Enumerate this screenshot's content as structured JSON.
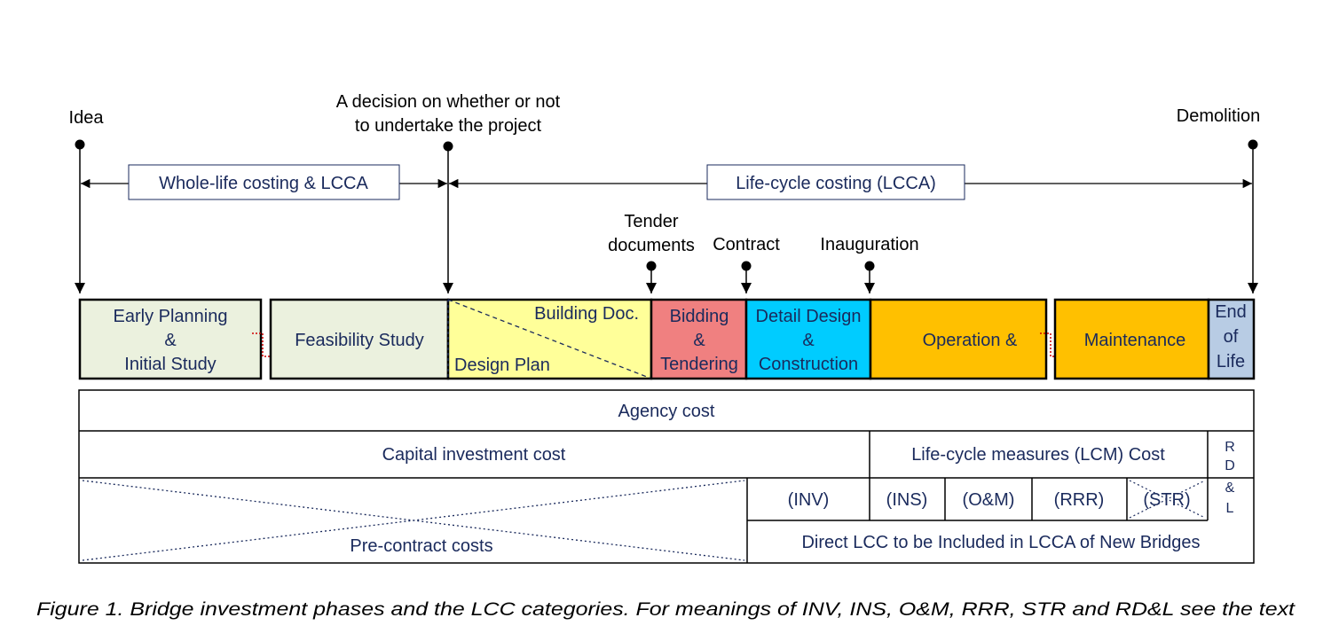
{
  "markers": {
    "idea": "Idea",
    "decision_line1": "A decision on whether or not",
    "decision_line2": "to undertake the project",
    "demolition": "Demolition",
    "tender_line1": "Tender",
    "tender_line2": "documents",
    "contract": "Contract",
    "inauguration": "Inauguration"
  },
  "spans": {
    "whole_life": "Whole-life costing & LCCA",
    "life_cycle": "Life-cycle costing (LCCA)"
  },
  "phases": {
    "early_line1": "Early Planning",
    "early_line2": "&",
    "early_line3": "Initial Study",
    "feasibility": "Feasibility Study",
    "building_doc": "Building Doc.",
    "design_plan": "Design Plan",
    "bidding_line1": "Bidding",
    "bidding_line2": "&",
    "bidding_line3": "Tendering",
    "detail_line1": "Detail Design",
    "detail_line2": "&",
    "detail_line3": "Construction",
    "operation": "Operation &",
    "maintenance": "Maintenance",
    "end_line1": "End",
    "end_line2": "of",
    "end_line3": "Life"
  },
  "colors": {
    "early": "#ebf1de",
    "feasibility": "#ebf1de",
    "design": "#ffff99",
    "bidding": "#f08080",
    "detail": "#00ccff",
    "operation": "#ffc000",
    "maintenance": "#ffc000",
    "end": "#b8cce4",
    "text": "#1a2a5c"
  },
  "cost_table": {
    "agency": "Agency cost",
    "capital": "Capital investment cost",
    "lcm": "Life-cycle measures (LCM) Cost",
    "rdl_letters": [
      "R",
      "D",
      "&",
      "L"
    ],
    "pre_contract": "Pre-contract costs",
    "inv": "(INV)",
    "ins": "(INS)",
    "om": "(O&M)",
    "rrr": "(RRR)",
    "str": "(STR)",
    "direct_lcc": "Direct LCC to be Included in LCCA of New Bridges"
  },
  "caption": "Figure 1. Bridge investment phases and the LCC categories. For meanings of INV, INS, O&M, RRR, STR and RD&L see the text"
}
